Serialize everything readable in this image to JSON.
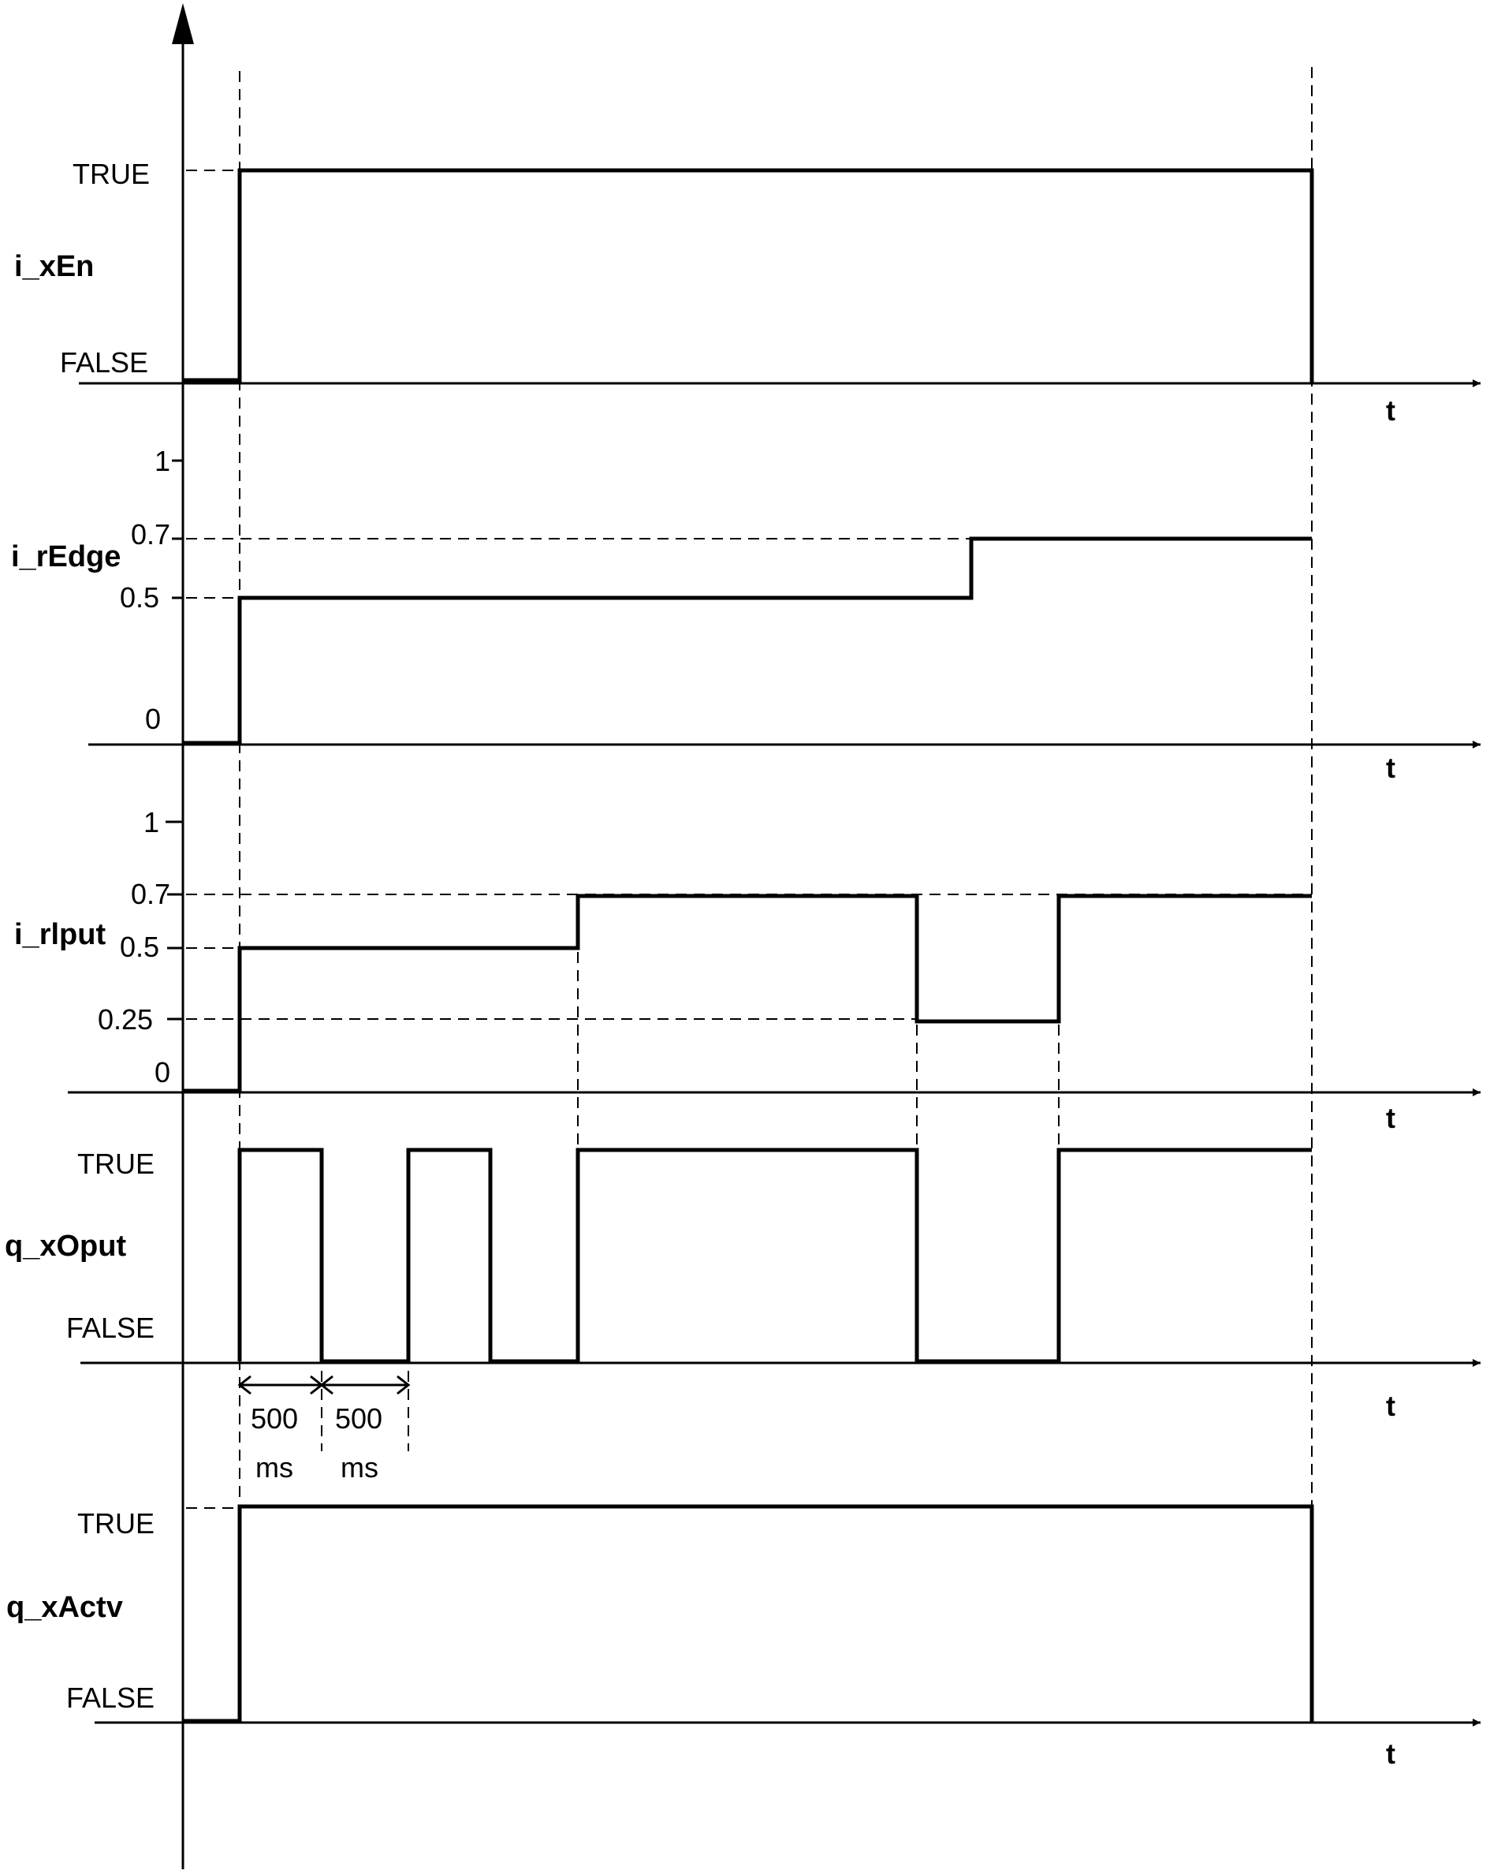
{
  "signals": {
    "i_xEn": {
      "name": "i_xEn",
      "levels": [
        "TRUE",
        "FALSE"
      ],
      "time_label": "t"
    },
    "i_rEdge": {
      "name": "i_rEdge",
      "levels": [
        "1",
        "0.7",
        "0.5",
        "0"
      ],
      "time_label": "t"
    },
    "i_rIput": {
      "name": "i_rlput",
      "levels": [
        "1",
        "0.7",
        "0.5",
        "0.25",
        "0"
      ],
      "time_label": "t"
    },
    "q_xOput": {
      "name": "q_xOput",
      "levels": [
        "TRUE",
        "FALSE"
      ],
      "time_label": "t"
    },
    "q_xActv": {
      "name": "q_xActv",
      "levels": [
        "TRUE",
        "FALSE"
      ],
      "time_label": "t"
    }
  },
  "durations": {
    "first": {
      "value": "500",
      "unit": "ms"
    },
    "second": {
      "value": "500",
      "unit": "ms"
    }
  }
}
